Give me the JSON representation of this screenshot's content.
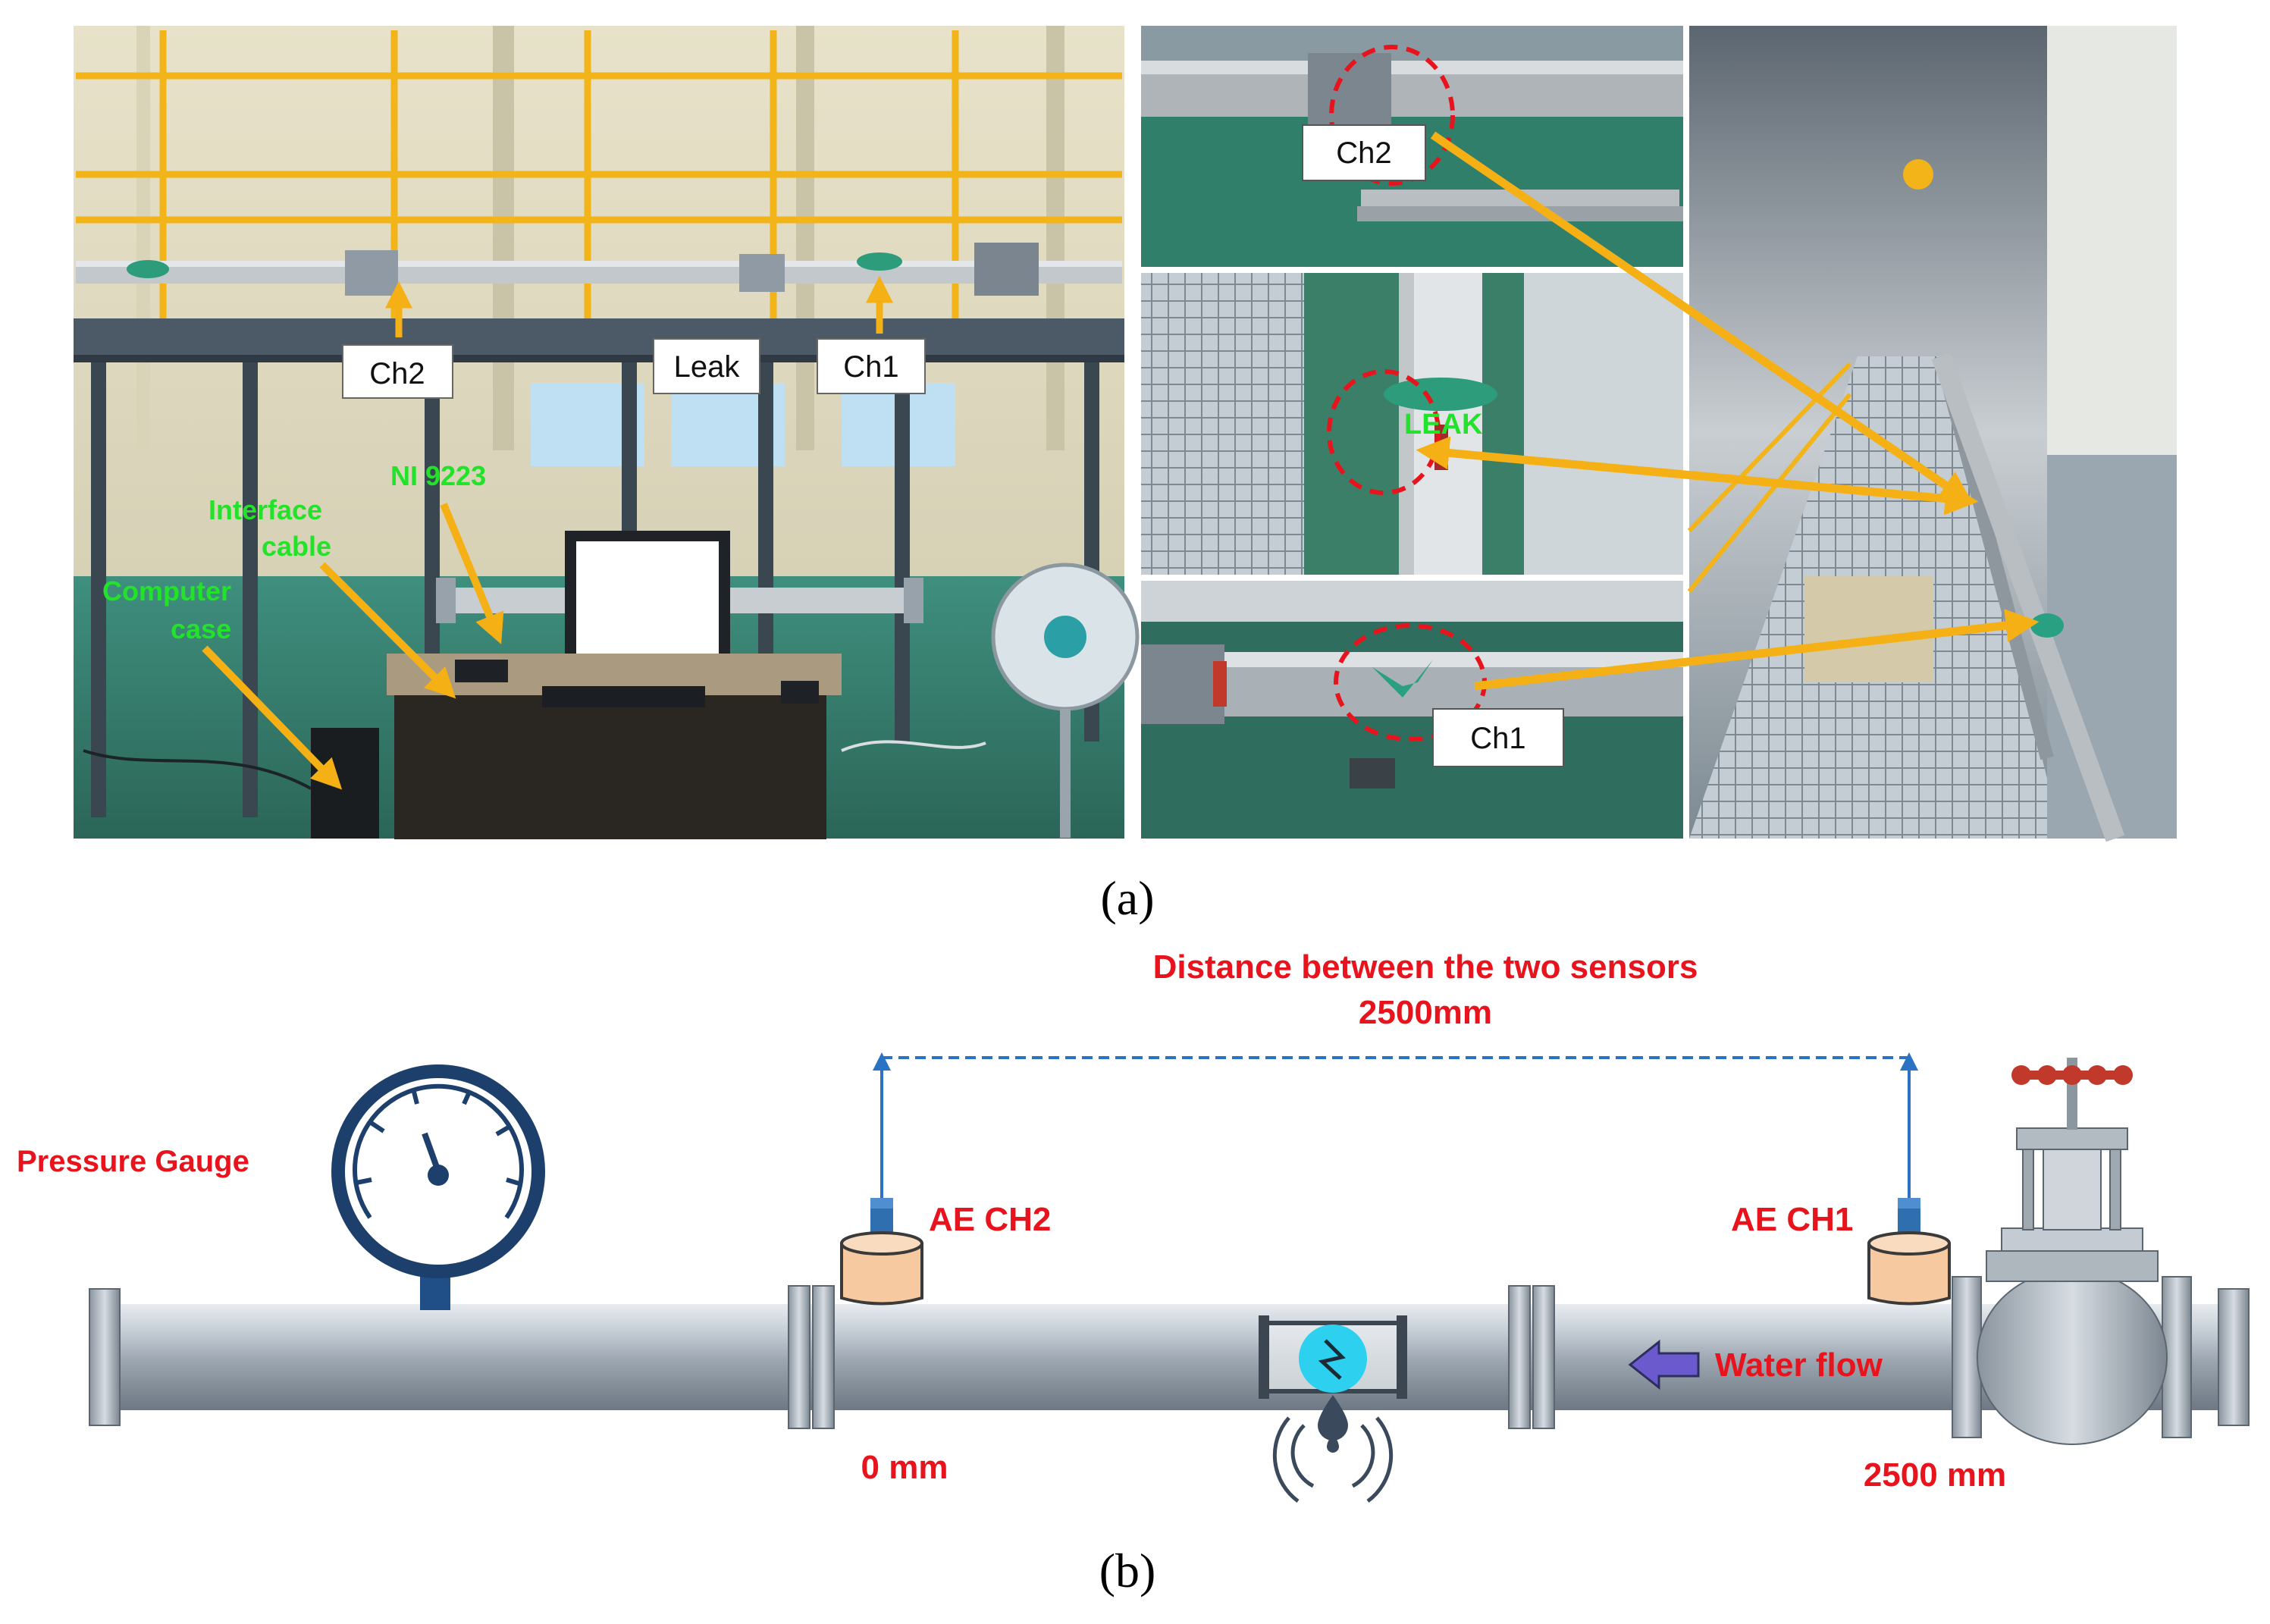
{
  "panel_a": {
    "caption": "(a)",
    "left_photo": {
      "labels": {
        "ch2": "Ch2",
        "leak": "Leak",
        "ch1": "Ch1"
      },
      "annotations": {
        "ni": "NI 9223",
        "interface_line1": "Interface",
        "interface_line2": "cable",
        "computer_line1": "Computer",
        "computer_line2": "case"
      }
    },
    "right_photo": {
      "labels": {
        "ch2": "Ch2",
        "leak": "LEAK",
        "ch1": "Ch1"
      }
    }
  },
  "panel_b": {
    "caption": "(b)",
    "distance_line1": "Distance between the two sensors",
    "distance_line2": "2500mm",
    "pressure_gauge": "Pressure Gauge",
    "ae_ch2": "AE CH2",
    "ae_ch1": "AE CH1",
    "water_flow": "Water flow",
    "pos_start": "0 mm",
    "pos_end": "2500 mm"
  },
  "colors": {
    "annotation_red": "#e8141d",
    "arrow_orange": "#f5b015",
    "label_green": "#22e22a",
    "dashed_blue": "#2a72c2",
    "sensor_body": "#f6c9a0",
    "pipe_grey": "#bcc4cd",
    "flow_arrow": "#6a5acd"
  }
}
